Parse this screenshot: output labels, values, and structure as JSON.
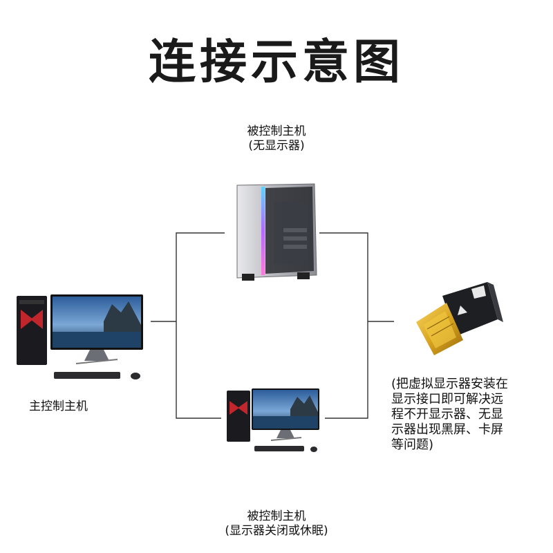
{
  "title": "连接示意图",
  "nodes": {
    "controlled_top": {
      "line1": "被控制主机",
      "line2": "(无显示器)"
    },
    "controlled_bottom": {
      "line1": "被控制主机",
      "line2": "(显示器关闭或休眠)"
    },
    "main_host": {
      "label": "主控制主机"
    },
    "adapter_note": {
      "lines": [
        "(把虚拟显示器安装在",
        "显示接口即可解决远",
        "程不开显示器、无显",
        "示器出现黑屏、卡屏",
        "等问题)"
      ]
    }
  },
  "colors": {
    "line": "#333333",
    "case_dark": "#1b1b1f",
    "case_accent": "#c0262c",
    "screen_sky": "#3a6fb0",
    "gold": "#d9a520"
  }
}
